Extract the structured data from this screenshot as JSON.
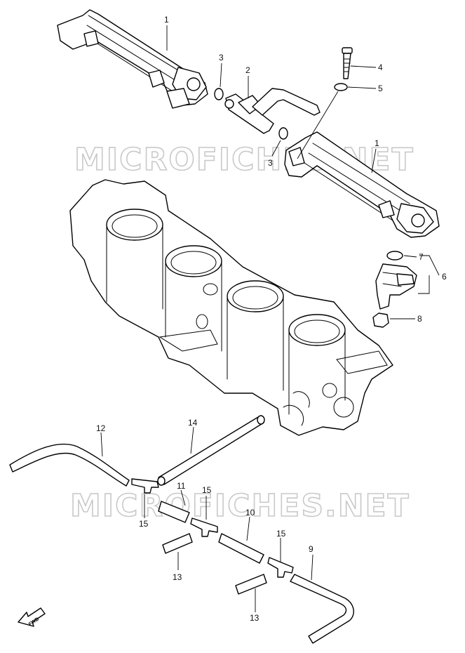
{
  "watermark": "MICROFICHES.NET",
  "fwd_label": "FWD",
  "callouts": [
    {
      "id": "c1a",
      "text": "1"
    },
    {
      "id": "c1b",
      "text": "1"
    },
    {
      "id": "c2",
      "text": "2"
    },
    {
      "id": "c3a",
      "text": "3"
    },
    {
      "id": "c3b",
      "text": "3"
    },
    {
      "id": "c4",
      "text": "4"
    },
    {
      "id": "c5",
      "text": "5"
    },
    {
      "id": "c6",
      "text": "6"
    },
    {
      "id": "c7",
      "text": "7"
    },
    {
      "id": "c8",
      "text": "8"
    },
    {
      "id": "c9",
      "text": "9"
    },
    {
      "id": "c10",
      "text": "10"
    },
    {
      "id": "c11",
      "text": "11"
    },
    {
      "id": "c12",
      "text": "12"
    },
    {
      "id": "c13a",
      "text": "13"
    },
    {
      "id": "c13b",
      "text": "13"
    },
    {
      "id": "c14",
      "text": "14"
    },
    {
      "id": "c15a",
      "text": "15"
    },
    {
      "id": "c15b",
      "text": "15"
    },
    {
      "id": "c15c",
      "text": "15"
    }
  ]
}
